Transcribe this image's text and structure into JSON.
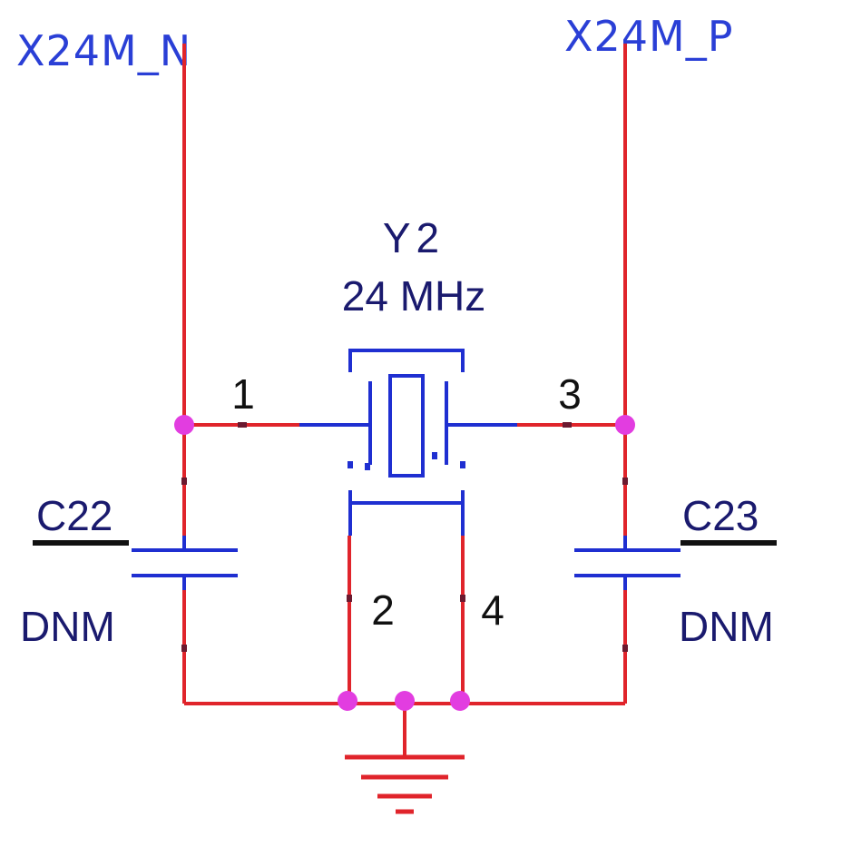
{
  "nets": {
    "left": "X24M_N",
    "right": "X24M_P"
  },
  "crystal": {
    "ref": "Y2",
    "value": "24 MHz"
  },
  "pins": {
    "p1": "1",
    "p2": "2",
    "p3": "3",
    "p4": "4"
  },
  "cap_left": {
    "ref": "C22",
    "value": "DNM"
  },
  "cap_right": {
    "ref": "C23",
    "value": "DNM"
  },
  "colors": {
    "wire": "#e0242b",
    "component": "#1f2fd1",
    "junction": "#e23de0",
    "text": "#1a1a6e",
    "net_label": "#2a3fd6",
    "pin_text": "#111111"
  }
}
